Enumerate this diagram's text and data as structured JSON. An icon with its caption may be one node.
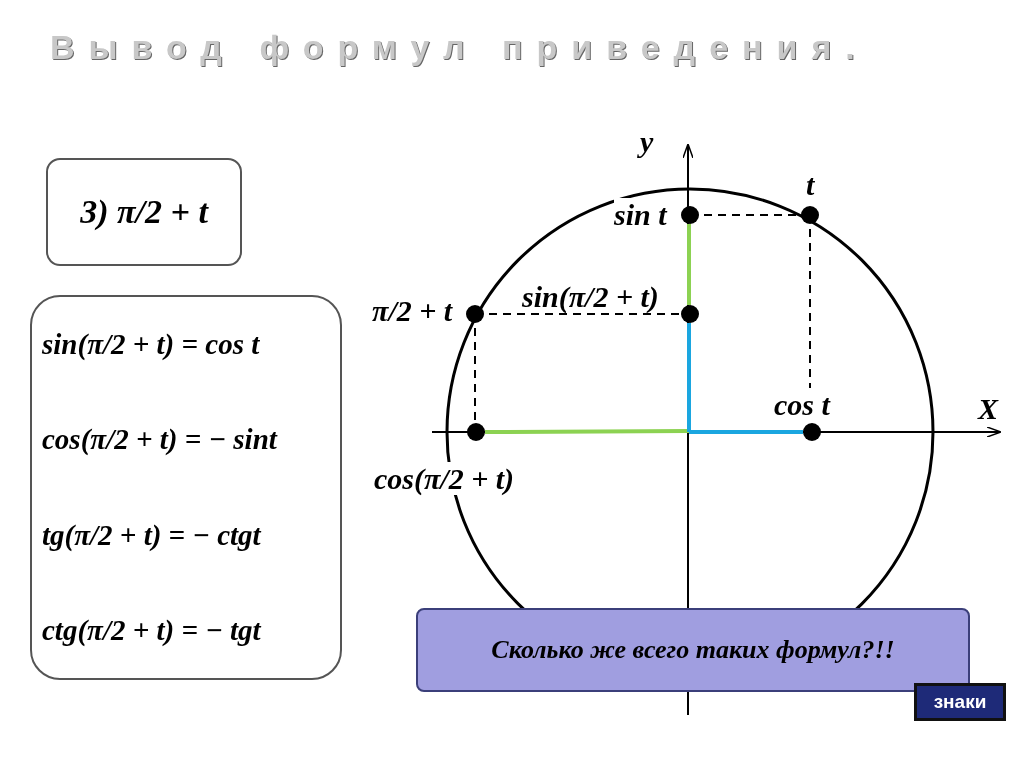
{
  "diagram": {
    "title": "Вывод формул приведения.",
    "nodes": [
      {
        "text": [
          "3) π/2 + t"
        ]
      },
      {
        "text": [
          "sin(π/2 + t) = cos t",
          "cos(π/2 + t) = − sint",
          "tg(π/2 + t) = − ctgt",
          "ctg(π/2 + t) = − tgt"
        ]
      },
      {
        "text": [
          "Сколько же всего таких формул?!!"
        ]
      },
      {
        "text": [
          "знаки"
        ]
      }
    ],
    "labels": [
      "у",
      "t",
      "sin t",
      "π/2 + t",
      "sin(π/2 + t)",
      "cos t",
      "X",
      "cos(π/2 + t)"
    ]
  }
}
